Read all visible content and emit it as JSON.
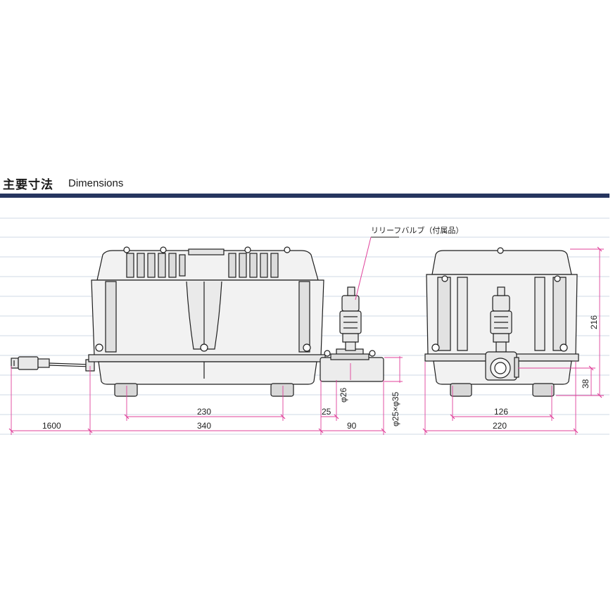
{
  "header": {
    "title_jp": "主要寸法",
    "title_en": "Dimensions"
  },
  "callout": {
    "relief_valve": "リリーフバルブ（付属品）"
  },
  "dimensions": {
    "front": {
      "cord": "1600",
      "body_inner": "230",
      "body_width": "340",
      "outlet_offset": "25",
      "outlet_length": "90",
      "pipe_diameter": "φ26",
      "pipe_size": "φ25×φ35"
    },
    "side": {
      "height": "216",
      "outlet_height": "38",
      "foot_span": "126",
      "depth": "220"
    }
  },
  "colors": {
    "rule": "#26355f",
    "dimension_line": "#e0409a",
    "grid_line": "#cfd8e6",
    "outline": "#1e1e1e",
    "body_fill": "#f2f2f2"
  }
}
